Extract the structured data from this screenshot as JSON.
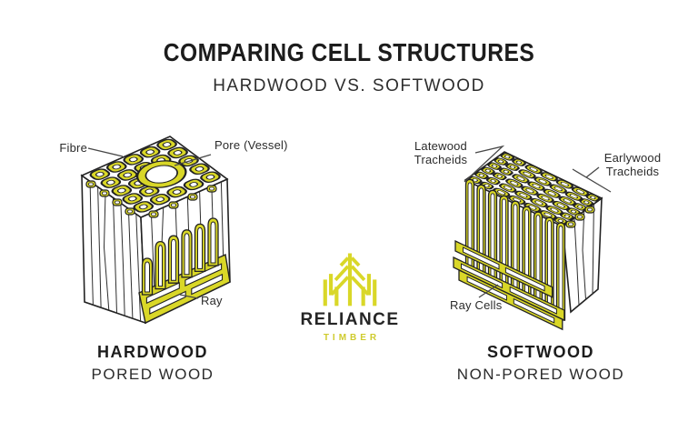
{
  "title": "COMPARING CELL STRUCTURES",
  "subtitle": "HARDWOOD VS. SOFTWOOD",
  "colors": {
    "accent": "#d9d728",
    "ink": "#1c1c1c",
    "label_text": "#2b2b2b"
  },
  "hardwood": {
    "heading": "HARDWOOD",
    "subheading": "PORED WOOD",
    "labels": {
      "fibre": "Fibre",
      "pore": "Pore (Vessel)",
      "ray": "Ray"
    }
  },
  "softwood": {
    "heading": "SOFTWOOD",
    "subheading": "NON-PORED WOOD",
    "labels": {
      "latewood": "Latewood Tracheids",
      "earlywood": "Earlywood Tracheids",
      "ray_cells": "Ray Cells"
    }
  },
  "logo": {
    "brand": "RELIANCE",
    "tagline": "TIMBER",
    "icon": "timber-tree-house-icon"
  }
}
